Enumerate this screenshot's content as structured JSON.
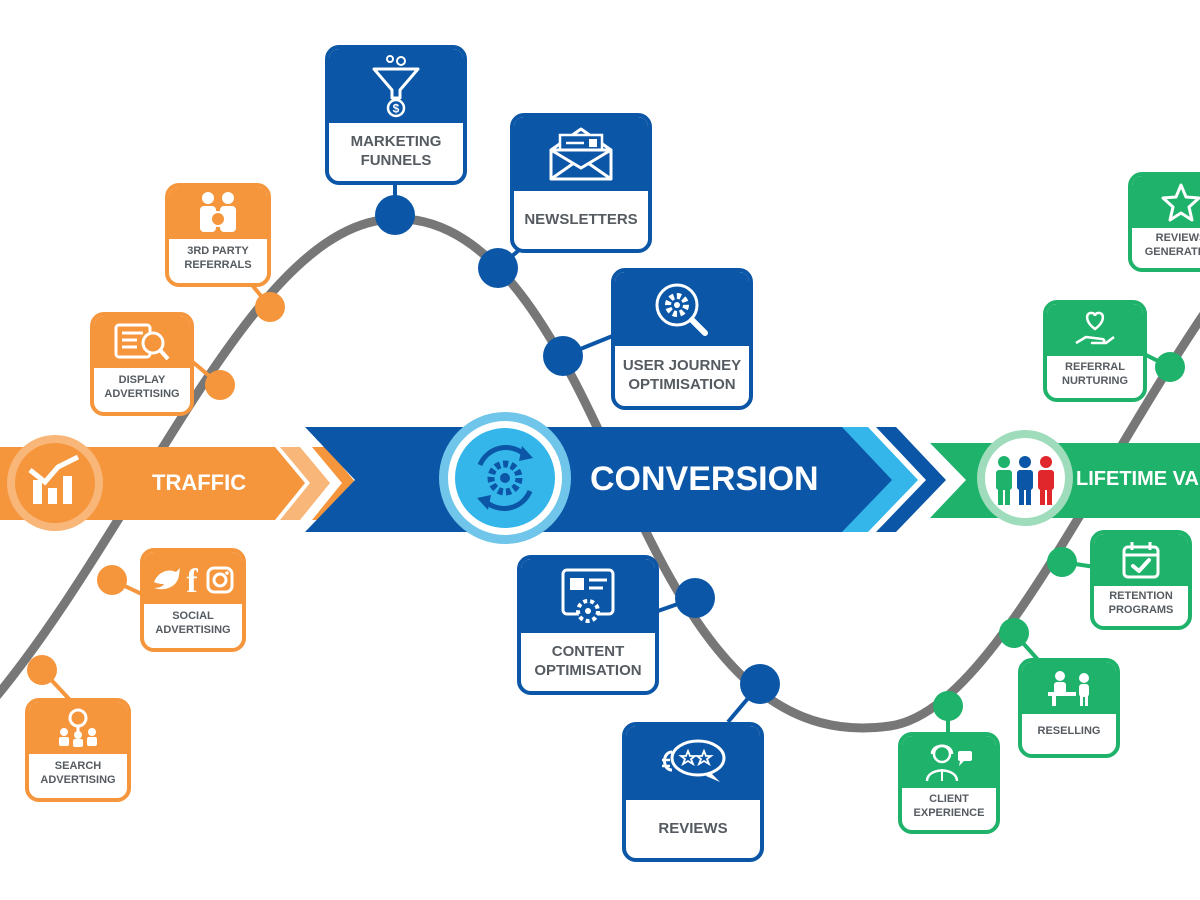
{
  "colors": {
    "traffic": "#f5953c",
    "conversion": "#0b56a6",
    "lifetime": "#1eb26a",
    "curve": "#777777",
    "accent_light_blue": "#35b6ea"
  },
  "stages": {
    "traffic": {
      "label": "TRAFFIC",
      "icon": "bar-chart-icon"
    },
    "conversion": {
      "label": "CONVERSION",
      "icon": "gear-refresh-icon"
    },
    "lifetime": {
      "label": "LIFETIME VA",
      "icon": "customers-icon"
    }
  },
  "cards": {
    "third_party_referrals": {
      "label": "3RD PARTY\nREFERRALS",
      "icon": "people-handshake-icon"
    },
    "display_advertising": {
      "label": "DISPLAY\nADVERTISING",
      "icon": "newspaper-search-icon"
    },
    "social_advertising": {
      "label": "SOCIAL\nADVERTISING",
      "icon": "social-media-icon"
    },
    "search_advertising": {
      "label": "SEARCH\nADVERTISING",
      "icon": "search-people-icon"
    },
    "marketing_funnels": {
      "label": "MARKETING\nFUNNELS",
      "icon": "funnel-icon"
    },
    "newsletters": {
      "label": "NEWSLETTERS",
      "icon": "envelope-icon"
    },
    "user_journey": {
      "label": "USER JOURNEY\nOPTIMISATION",
      "icon": "gear-search-icon"
    },
    "content_optimisation": {
      "label": "CONTENT\nOPTIMISATION",
      "icon": "content-page-icon"
    },
    "reviews": {
      "label": "REVIEWS",
      "icon": "speech-stars-icon"
    },
    "reviews_generation": {
      "label": "REVIEWS\nGENERATION",
      "icon": "star-icon"
    },
    "referral_nurturing": {
      "label": "REFERRAL\nNURTURING",
      "icon": "heart-hand-icon"
    },
    "retention_programs": {
      "label": "RETENTION\nPROGRAMS",
      "icon": "calendar-check-icon"
    },
    "reselling": {
      "label": "RESELLING",
      "icon": "shop-counter-icon"
    },
    "client_experience": {
      "label": "CLIENT\nEXPERIENCE",
      "icon": "support-agent-icon"
    }
  }
}
